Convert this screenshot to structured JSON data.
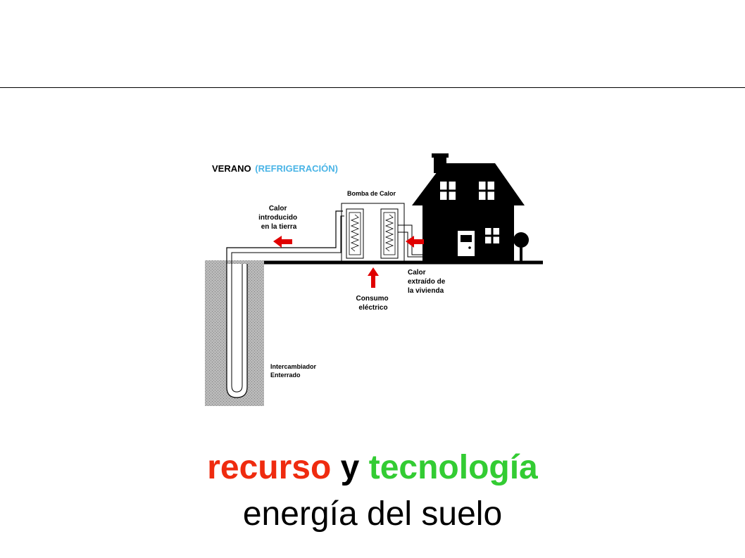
{
  "colors": {
    "accent_red": "#ef2b0f",
    "accent_green": "#33cc33",
    "label_blue": "#4ab4e6",
    "arrow_red": "#e00000"
  },
  "diagram": {
    "season": "VERANO",
    "mode": "(REFRIGERACIÓN)",
    "heat_pump_label": "Bomba de Calor",
    "heat_into_ground": [
      "Calor",
      "introducido",
      "en la tierra"
    ],
    "electric_consumption": [
      "Consumo",
      "eléctrico"
    ],
    "heat_from_house": [
      "Calor",
      "extraído de",
      "la vivienda"
    ],
    "exchanger": [
      "Intercambiador",
      "Enterrado"
    ]
  },
  "title": {
    "word1": "recurso",
    "connector": "y",
    "word2": "tecnología",
    "subtitle": "energía del suelo"
  }
}
